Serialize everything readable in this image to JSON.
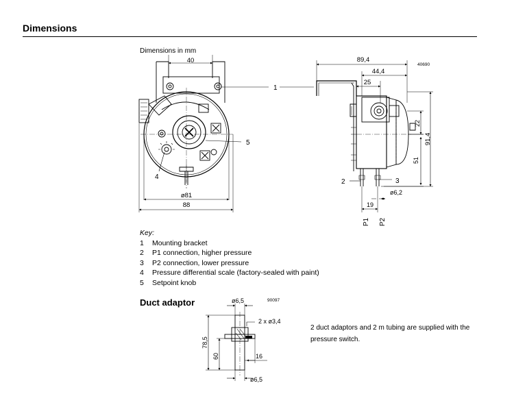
{
  "section_title": "Dimensions",
  "dimensions_note": "Dimensions in mm",
  "front_view": {
    "dim_top": "40",
    "dim_diameter": "ø81",
    "dim_width": "88",
    "callout_1": "1",
    "callout_4": "4",
    "callout_5": "5"
  },
  "side_view": {
    "drawing_no": "40690",
    "dim_total": "89,4",
    "dim_body": "44,4",
    "dim_25": "25",
    "dim_22": "22",
    "dim_height": "91,4",
    "dim_51": "51",
    "dim_19": "19",
    "dim_port": "ø6,2",
    "callout_2": "2",
    "callout_3": "3",
    "p1": "P1",
    "p2": "P2"
  },
  "key": {
    "title": "Key:",
    "items": [
      {
        "num": "1",
        "text": "Mounting bracket"
      },
      {
        "num": "2",
        "text": "P1 connection, higher pressure"
      },
      {
        "num": "3",
        "text": "P2 connection, lower pressure"
      },
      {
        "num": "4",
        "text": "Pressure differential scale (factory-sealed with paint)"
      },
      {
        "num": "5",
        "text": "Setpoint knob"
      }
    ]
  },
  "duct_adaptor": {
    "title": "Duct adaptor",
    "drawing_no": "90097",
    "dim_top_dia": "ø6,5",
    "dim_holes": "2 x ø3,4",
    "dim_length": "78,5",
    "dim_60": "60",
    "dim_16": "16",
    "dim_bottom_dia": "ø6,5",
    "note": "2 duct adaptors and 2 m tubing are supplied with the pressure switch."
  }
}
